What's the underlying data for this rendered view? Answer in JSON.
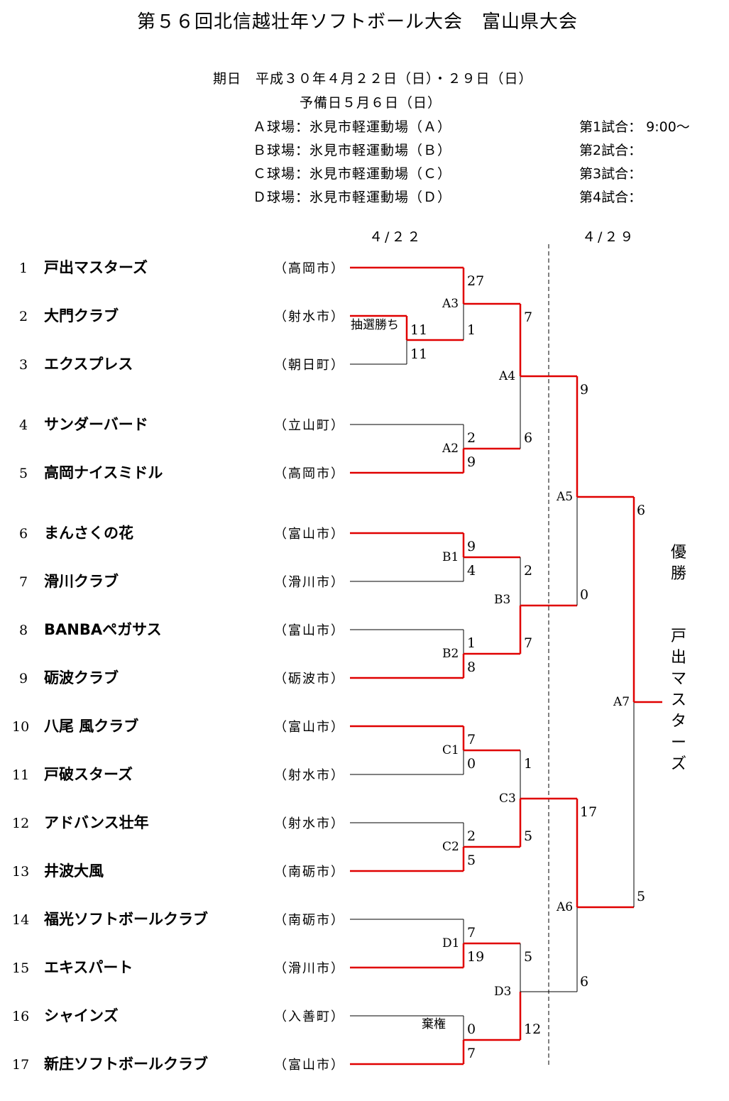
{
  "header": {
    "title": "第５６回北信越壮年ソフトボール大会　富山県大会",
    "dates": "期日　平成３０年４月２２日（日）・２９日（日）",
    "reserve": "予備日５月６日（日）",
    "fields": [
      "Ａ球場：氷見市軽運動場（Ａ）",
      "Ｂ球場：氷見市軽運動場（Ｂ）",
      "Ｃ球場：氷見市軽運動場（Ｃ）",
      "Ｄ球場：氷見市軽運動場（Ｄ）"
    ],
    "games": [
      "第1試合：  9:00～",
      "第2試合：",
      "第3試合：",
      "第4試合："
    ]
  },
  "round_dates": {
    "day1": "４/２２",
    "day2": "４/２９"
  },
  "teams": [
    {
      "seed": "1",
      "name": "戸出マスターズ",
      "city": "（高岡市）"
    },
    {
      "seed": "2",
      "name": "大門クラブ",
      "city": "（射水市）"
    },
    {
      "seed": "3",
      "name": "エクスプレス",
      "city": "（朝日町）"
    },
    {
      "seed": "4",
      "name": "サンダーバード",
      "city": "（立山町）"
    },
    {
      "seed": "5",
      "name": "高岡ナイスミドル",
      "city": "（高岡市）"
    },
    {
      "seed": "6",
      "name": "まんさくの花",
      "city": "（富山市）"
    },
    {
      "seed": "7",
      "name": "滑川クラブ",
      "city": "（滑川市）"
    },
    {
      "seed": "8",
      "name": "BANBAペガサス",
      "city": "（富山市）"
    },
    {
      "seed": "9",
      "name": "砺波クラブ",
      "city": "（砺波市）"
    },
    {
      "seed": "10",
      "name": "八尾 風クラブ",
      "city": "（富山市）"
    },
    {
      "seed": "11",
      "name": "戸破スターズ",
      "city": "（射水市）"
    },
    {
      "seed": "12",
      "name": "アドバンス壮年",
      "city": "（射水市）"
    },
    {
      "seed": "13",
      "name": "井波大風",
      "city": "（南砺市）"
    },
    {
      "seed": "14",
      "name": "福光ソフトボールクラブ",
      "city": "（南砺市）"
    },
    {
      "seed": "15",
      "name": "エキスパート",
      "city": "（滑川市）"
    },
    {
      "seed": "16",
      "name": "シャインズ",
      "city": "（入善町）"
    },
    {
      "seed": "17",
      "name": "新庄ソフトボールクラブ",
      "city": "（富山市）"
    }
  ],
  "matches": {
    "A1": {
      "scores": [
        "11",
        "11"
      ],
      "note": "抽選勝ち"
    },
    "A2": {
      "label": "A2",
      "scores": [
        "2",
        "9"
      ]
    },
    "A3": {
      "label": "A3",
      "scores": [
        "27",
        "1"
      ]
    },
    "A4": {
      "label": "A4",
      "scores": [
        "7",
        "6"
      ]
    },
    "B1": {
      "label": "B1",
      "scores": [
        "9",
        "4"
      ]
    },
    "B2": {
      "label": "B2",
      "scores": [
        "1",
        "8"
      ]
    },
    "B3": {
      "label": "B3",
      "scores": [
        "2",
        "7"
      ]
    },
    "C1": {
      "label": "C1",
      "scores": [
        "7",
        "0"
      ]
    },
    "C2": {
      "label": "C2",
      "scores": [
        "2",
        "5"
      ]
    },
    "C3": {
      "label": "C3",
      "scores": [
        "1",
        "5"
      ]
    },
    "D1": {
      "label": "D1",
      "scores": [
        "7",
        "19"
      ]
    },
    "D2": {
      "scores": [
        "0",
        "7"
      ],
      "note": "棄権"
    },
    "D3": {
      "label": "D3",
      "scores": [
        "5",
        "12"
      ]
    },
    "A5": {
      "label": "A5",
      "scores": [
        "9",
        "0"
      ]
    },
    "A6": {
      "label": "A6",
      "scores": [
        "17",
        "6"
      ]
    },
    "A7": {
      "label": "A7",
      "scores": [
        "6",
        "5"
      ]
    }
  },
  "champion": {
    "label": "優勝",
    "team": "戸出マスターズ"
  },
  "colors": {
    "winner_line": "#e00000",
    "loser_line": "#000000"
  }
}
